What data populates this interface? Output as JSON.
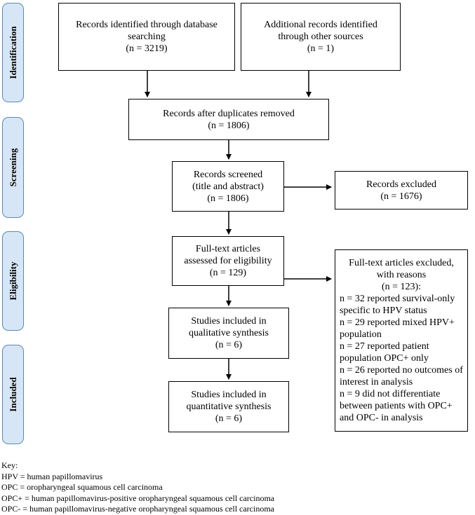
{
  "phases": [
    "Identification",
    "Screening",
    "Eligibility",
    "Included"
  ],
  "boxes": {
    "db": [
      "Records identified through database",
      "searching",
      "(n = 3219)"
    ],
    "other": [
      "Additional records identified",
      "through other sources",
      "(n = 1)"
    ],
    "dup": [
      "Records after duplicates removed",
      "(n = 1806)"
    ],
    "screened": [
      "Records screened",
      "(title and abstract)",
      "(n = 1806)"
    ],
    "excluded": [
      "Records excluded",
      "(n = 1676)"
    ],
    "fulltext": [
      "Full-text articles",
      "assessed for eligibility",
      "(n = 129)"
    ],
    "ft_excluded_title": [
      "Full-text articles excluded,",
      "with reasons",
      "(n = 123):"
    ],
    "ft_excluded_reasons": [
      "n = 32 reported survival-only",
      "specific to HPV status",
      "n = 29 reported mixed HPV+",
      "population",
      "n = 27 reported patient",
      "population OPC+ only",
      "n = 26 reported no outcomes of",
      "interest in analysis",
      "n = 9 did not differentiate",
      "between patients with OPC+",
      "and OPC- in analysis"
    ],
    "qualitative": [
      "Studies included in",
      "qualitative synthesis",
      "(n = 6)"
    ],
    "quantitative": [
      "Studies included in",
      "quantitative synthesis",
      "(n = 6)"
    ]
  },
  "key": {
    "title": "Key:",
    "items": [
      "HPV = human papillomavirus",
      "OPC = oropharyngeal squamous cell carcinoma",
      "OPC+ = human papillomavirus-positive oropharyngeal squamous cell carcinoma",
      "OPC- = human papillomavirus-negative oropharyngeal squamous cell carcinoma"
    ]
  }
}
